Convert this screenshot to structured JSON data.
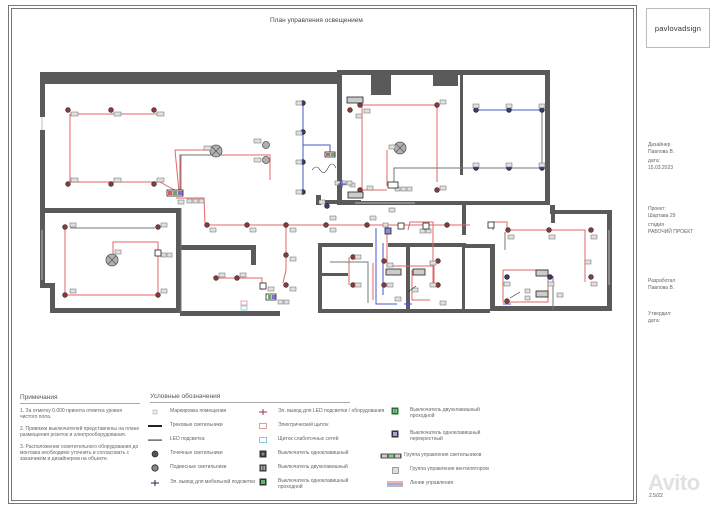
{
  "sheet": {
    "title": "План управления освещением",
    "sheet_number": "2.5/22"
  },
  "title_block": {
    "logo": "pavlovadsign",
    "designer_label": "Дизайнер",
    "designer_name": "Павлова В.",
    "date_label": "дата:",
    "date_value": "15.03.2023",
    "project_label": "Проект:",
    "project_value": "Шартава 29",
    "stage_label": "стадия",
    "stage_value": "РАБОЧИЙ ПРОЕКТ",
    "developed_label": "Разработал",
    "developed_name": "Павлова В.",
    "approved_label": "Утвердил:",
    "approved_date_label": "дата:"
  },
  "notes": {
    "title": "Примечания",
    "items": [
      "1. За отметку 0.000 принята отметка уровня чистого пола.",
      "2. Привязки выключателей представлены на плане размещения розеток и электрооборудования.",
      "3. Расположение осветительного оборудования до монтажа необходимо уточнить и согласовать с заказчиком и дизайнером на объекте."
    ]
  },
  "legend": {
    "title": "Условные обозначения",
    "items": [
      {
        "symbol": "room-marker",
        "label": "Маркировка помещения"
      },
      {
        "symbol": "track-light",
        "label": "Трековые светильники"
      },
      {
        "symbol": "led-strip",
        "label": "LED подсветка"
      },
      {
        "symbol": "spot-light",
        "label": "Точечные светильники"
      },
      {
        "symbol": "pendant-light",
        "label": "Подвесные светильники"
      },
      {
        "symbol": "furniture-outlet",
        "label": "Эл. вывод для мебельной подсветки"
      },
      {
        "symbol": "led-outlet",
        "label": "Эл. вывод для LED подсветки / оборудования"
      },
      {
        "symbol": "electrical-panel",
        "label": "Электрический щиток"
      },
      {
        "symbol": "low-current-panel",
        "label": "Щиток слаботочных сетей"
      },
      {
        "symbol": "switch-single",
        "label": "Выключатель одноклавишный"
      },
      {
        "symbol": "switch-double",
        "label": "Выключатель двухклавишный"
      },
      {
        "symbol": "switch-single-pass",
        "label": "Выключатель одноклавишный проходной"
      },
      {
        "symbol": "switch-double-pass",
        "label": "Выключатель двухклавишный проходной"
      },
      {
        "symbol": "switch-single-cross",
        "label": "Выключатель одноклавишный перекрестный"
      },
      {
        "symbol": "light-group",
        "label": "Группа управления светильников"
      },
      {
        "symbol": "fan-group",
        "label": "Группа управления вентилятором"
      },
      {
        "symbol": "control-line",
        "label": "Линии управления"
      }
    ]
  },
  "watermark": "Avito",
  "colors": {
    "wall": "#5a5a5a",
    "control_line_red": "#e06666",
    "control_line_blue": "#4a56c8",
    "control_line_gray": "#777777",
    "fixture_fill": "#a04040",
    "pendant_fill": "#b0b0b0",
    "switch_green": "#2e8b3e",
    "switch_purple": "#7a5bc4",
    "panel_pink": "#e89090",
    "panel_cyan": "#6bbcd6"
  }
}
